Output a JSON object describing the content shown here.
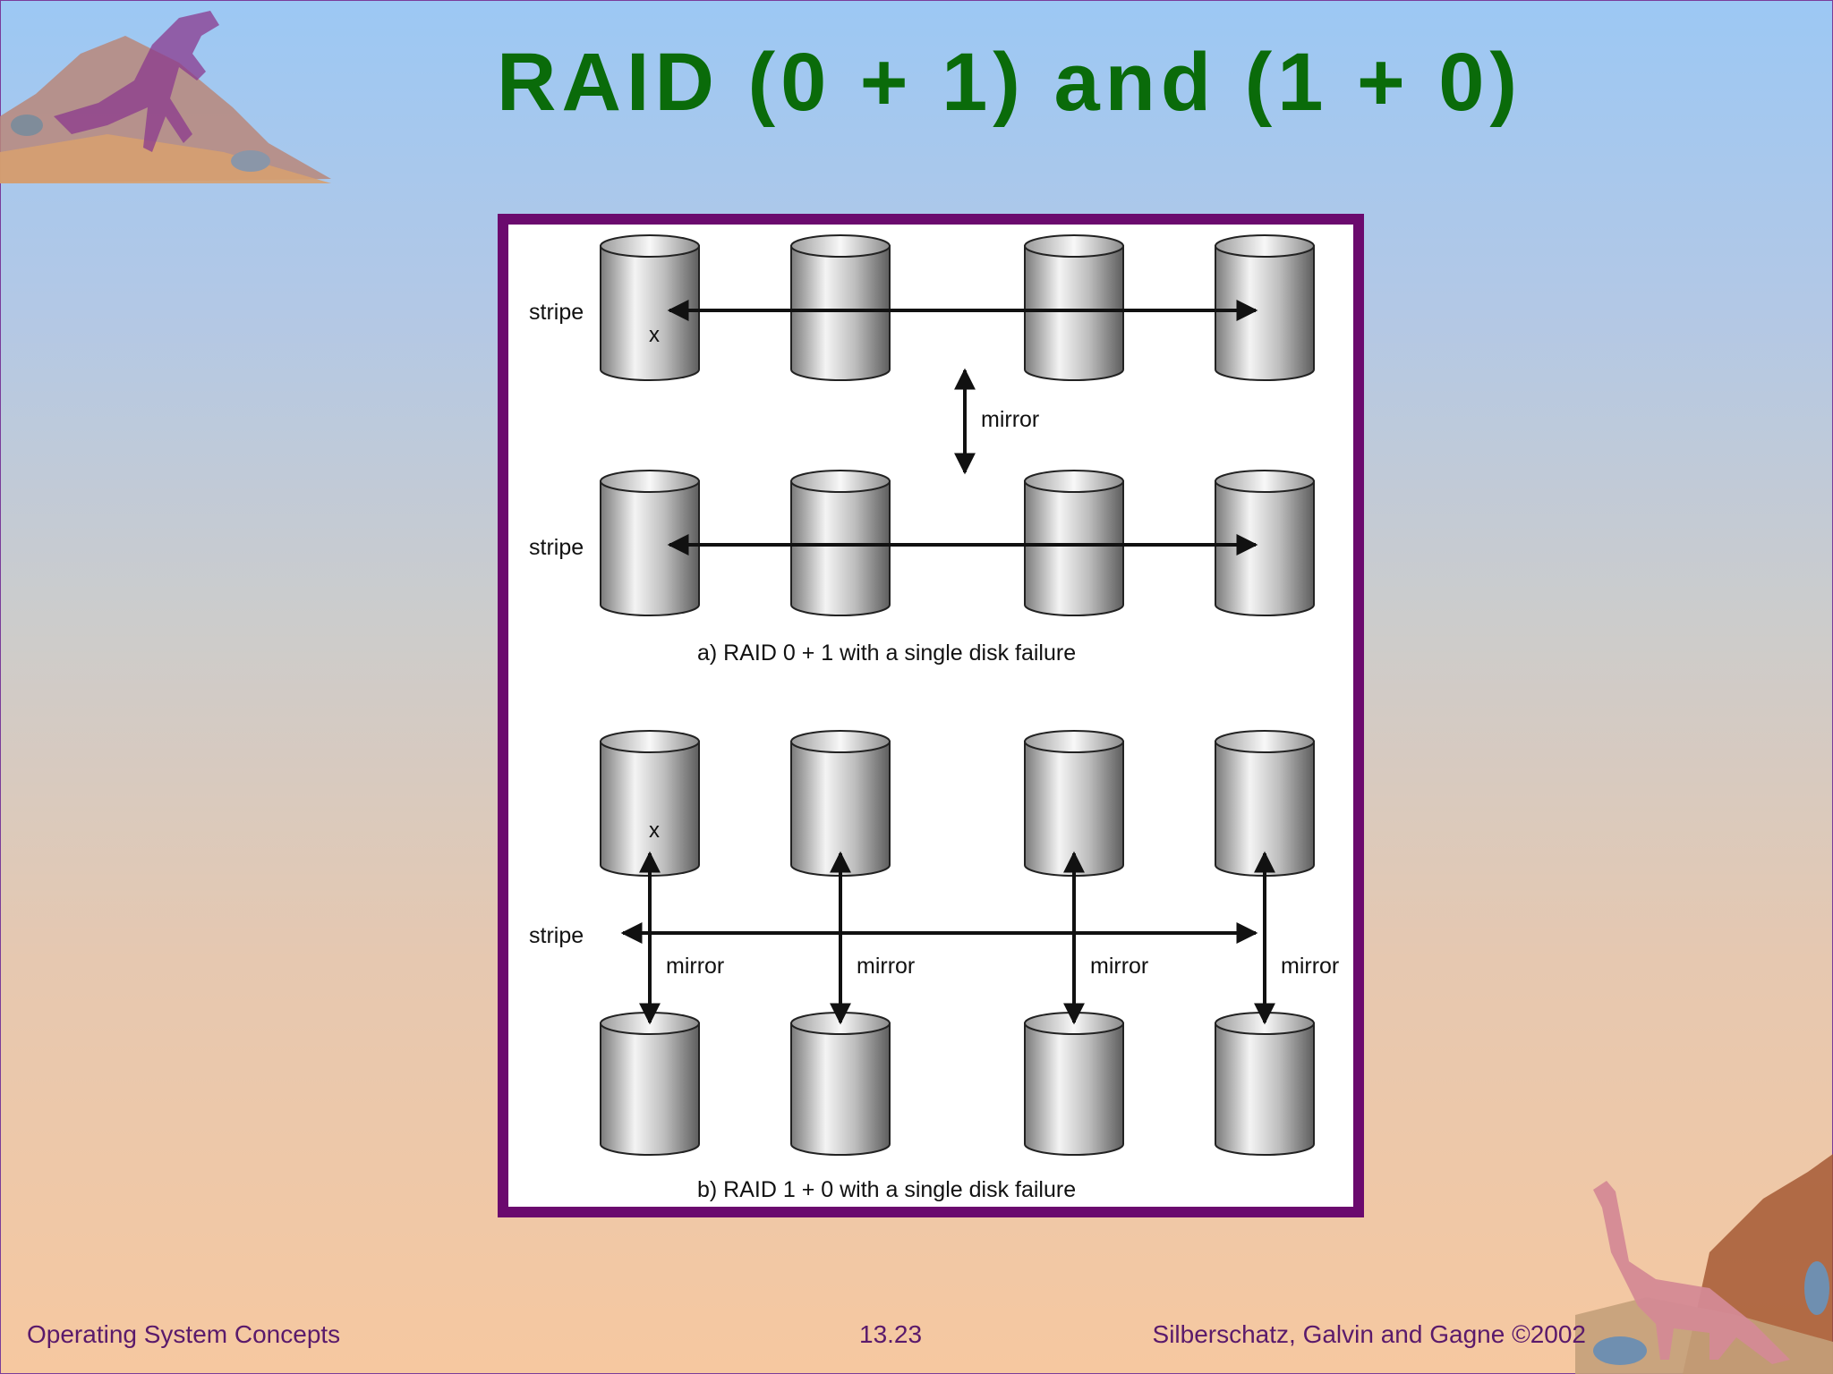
{
  "slide": {
    "title": "RAID (0 + 1) and (1 + 0)"
  },
  "diagram": {
    "part_a": {
      "stripe_top": "stripe",
      "stripe_bottom": "stripe",
      "mirror": "mirror",
      "failed_marker": "x",
      "caption": "a) RAID 0 + 1 with a single disk failure"
    },
    "part_b": {
      "stripe": "stripe",
      "mirrors": [
        "mirror",
        "mirror",
        "mirror",
        "mirror"
      ],
      "failed_marker": "x",
      "caption": "b) RAID 1 + 0 with a single disk failure"
    }
  },
  "footer": {
    "left": "Operating System Concepts",
    "center": "13.23",
    "right": "Silberschatz, Galvin and  Gagne ©2002"
  },
  "colors": {
    "title": "#0a6b0a",
    "frame": "#6b0a6e",
    "footer": "#5a1a6b"
  }
}
